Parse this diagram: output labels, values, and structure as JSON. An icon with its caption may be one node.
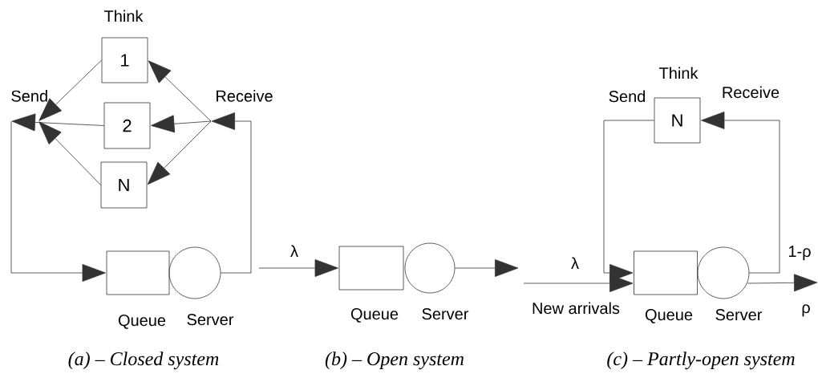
{
  "diagram": {
    "nodes": [
      {
        "text": [
          "1"
        ]
      },
      {
        "text": [
          "2"
        ]
      },
      {
        "text": [
          "N"
        ]
      },
      {
        "text": [
          "Send"
        ]
      },
      {
        "text": [
          "Receive"
        ]
      },
      {
        "text": [],
        "shape": "box",
        "beside": [
          "Queue"
        ]
      },
      {
        "text": [],
        "shape": "circle",
        "beside": [
          "Server"
        ]
      },
      {
        "text": [],
        "shape": "box",
        "beside": [
          "Queue"
        ]
      },
      {
        "text": [],
        "shape": "circle",
        "beside": [
          "Server"
        ]
      },
      {
        "text": [],
        "shape": "box",
        "beside": [
          "Queue"
        ]
      },
      {
        "text": [],
        "shape": "circle",
        "beside": [
          "Server"
        ]
      },
      {
        "text": [
          "N"
        ]
      }
    ],
    "edges": [
      {
        "from": 0,
        "to": 3,
        "arrow": "to"
      },
      {
        "from": 1,
        "to": 3,
        "arrow": "to"
      },
      {
        "from": 2,
        "to": 3,
        "arrow": "to"
      },
      {
        "from": 4,
        "to": 0,
        "arrow": "to"
      },
      {
        "from": 4,
        "to": 1,
        "arrow": "to"
      },
      {
        "from": 4,
        "to": 2,
        "arrow": "to"
      },
      {
        "from": 3,
        "to": 5,
        "arrow": "to"
      },
      {
        "from": 6,
        "to": 4,
        "arrow": "to"
      },
      {
        "from": null,
        "to": 7,
        "arrow": "to",
        "label": "λ"
      },
      {
        "from": 8,
        "to": null,
        "arrow": "to"
      },
      {
        "from": null,
        "to": 9,
        "arrow": "to",
        "label": "λ"
      },
      {
        "from": 10,
        "to": 11,
        "arrow": "to",
        "label": "1-ρ"
      },
      {
        "from": 11,
        "to": 9,
        "arrow": "to"
      },
      {
        "from": 10,
        "to": null,
        "arrow": "to",
        "label": "ρ"
      }
    ],
    "labels": [
      "Think",
      "Think",
      "Send",
      "Receive",
      "New arrivals",
      "(a) – Closed system",
      "(b) – Open system",
      "(c) – Partly-open system"
    ]
  }
}
